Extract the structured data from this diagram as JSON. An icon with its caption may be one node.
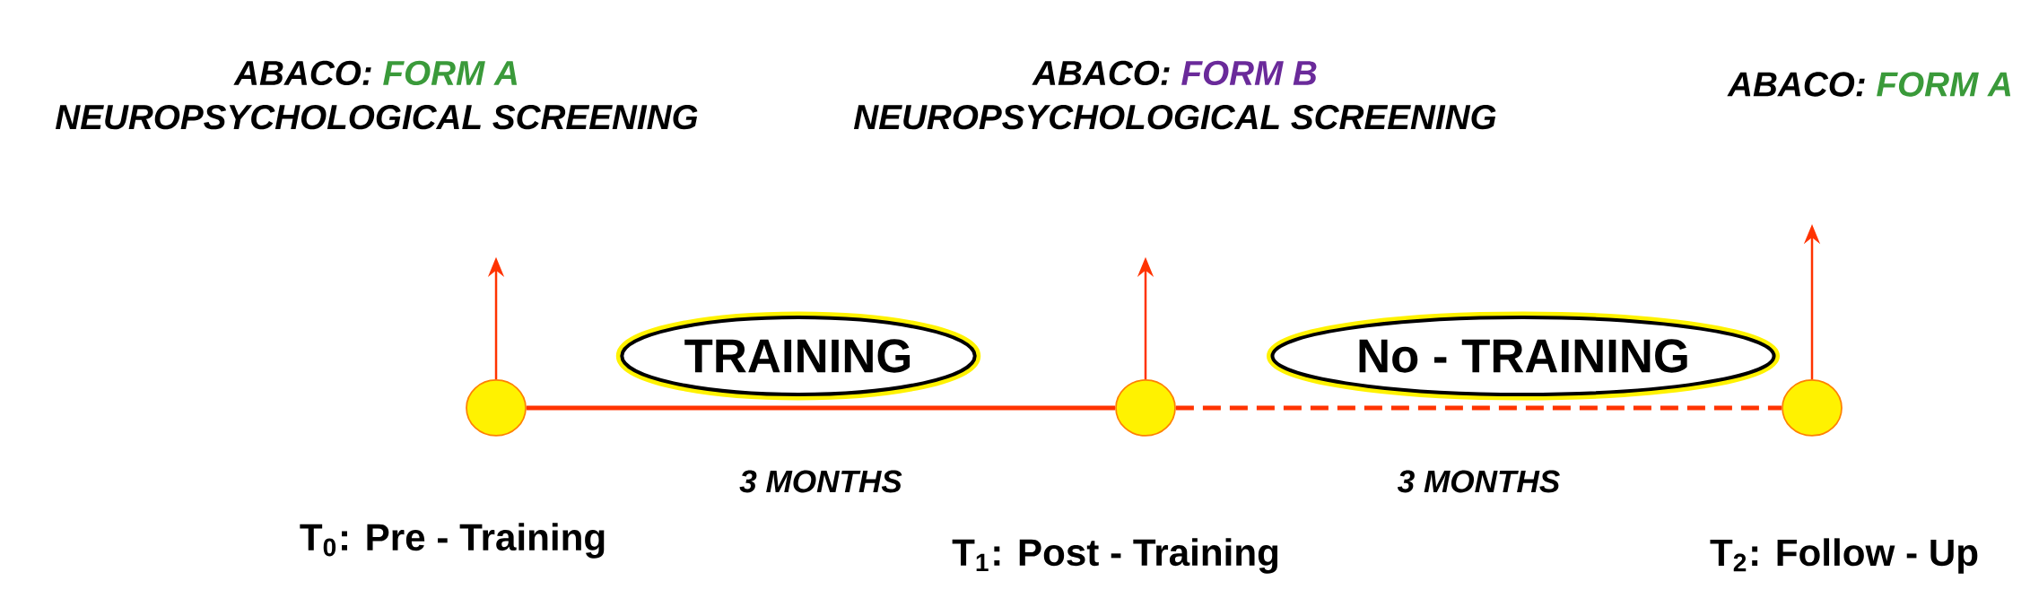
{
  "diagram": {
    "nodes": [
      {
        "text": [
          "ABACO:",
          "FORM A",
          "NEUROPSYCHOLOGICAL SCREENING"
        ]
      },
      {
        "text": [
          "ABACO:",
          "FORM B",
          "NEUROPSYCHOLOGICAL SCREENING"
        ]
      },
      {
        "text": [
          "ABACO:",
          "FORM A"
        ]
      },
      {
        "text": [],
        "shape": "circle",
        "beside": [
          "T$_{0}$: Pre - Training"
        ]
      },
      {
        "text": [],
        "shape": "circle",
        "beside": [
          "T$_{1}$: Post - Training"
        ]
      },
      {
        "text": [],
        "shape": "circle",
        "beside": [
          "T$_{2}$: Follow - Up"
        ]
      },
      {
        "text": [
          "TRAINING"
        ]
      },
      {
        "text": [
          "No - TRAINING"
        ]
      }
    ],
    "edges": [
      {
        "from": 3,
        "to": 0,
        "arrow": "to"
      },
      {
        "from": 4,
        "to": 1,
        "arrow": "to"
      },
      {
        "from": 5,
        "to": 2,
        "arrow": "to"
      },
      {
        "from": 3,
        "to": 4,
        "arrow": "none",
        "label": "3 MONTHS"
      },
      {
        "from": 4,
        "to": 5,
        "arrow": "none",
        "label": "3 MONTHS",
        "style": "dashed"
      }
    ]
  }
}
